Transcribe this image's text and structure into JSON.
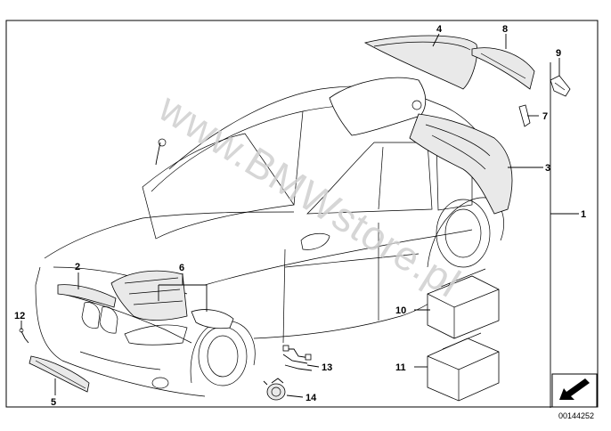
{
  "watermark": "www.BMWstore.pl",
  "diagram_id": "00144252",
  "callouts": {
    "c1": "1",
    "c2": "2",
    "c3": "3",
    "c4": "4",
    "c5": "5",
    "c6": "6",
    "c7": "7",
    "c8": "8",
    "c9": "9",
    "c10": "10",
    "c11": "11",
    "c12": "12",
    "c13": "13",
    "c14": "14"
  },
  "icons": {
    "nav_arrow": "arrow-down-left-icon"
  }
}
